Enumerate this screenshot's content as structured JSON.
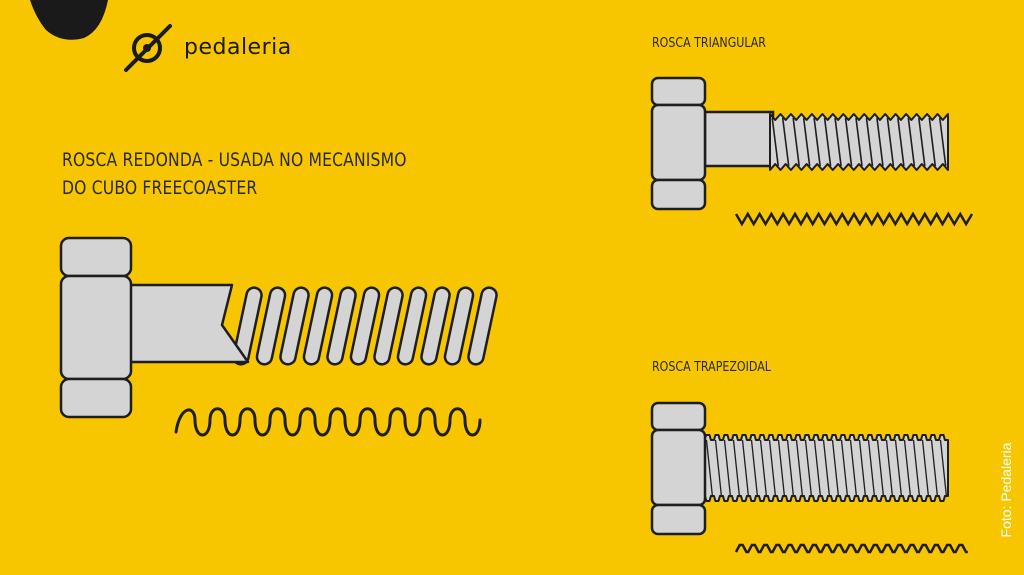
{
  "brand": {
    "name": "pedaleria"
  },
  "labels": {
    "round_line1": "ROSCA REDONDA - USADA NO MECANISMO",
    "round_line2": "DO CUBO FREECOASTER",
    "triangular": "ROSCA TRIANGULAR",
    "trapezoidal": "ROSCA TRAPEZOIDAL"
  },
  "credit": "Foto: Pedaleria",
  "colors": {
    "background": "#F8C600",
    "bolt_fill": "#D4D4D4",
    "outline": "#1e1e1e",
    "text": "#2a2a2a",
    "credit": "#ffffff"
  },
  "icons": {
    "logo": "pedal-logo-icon"
  }
}
